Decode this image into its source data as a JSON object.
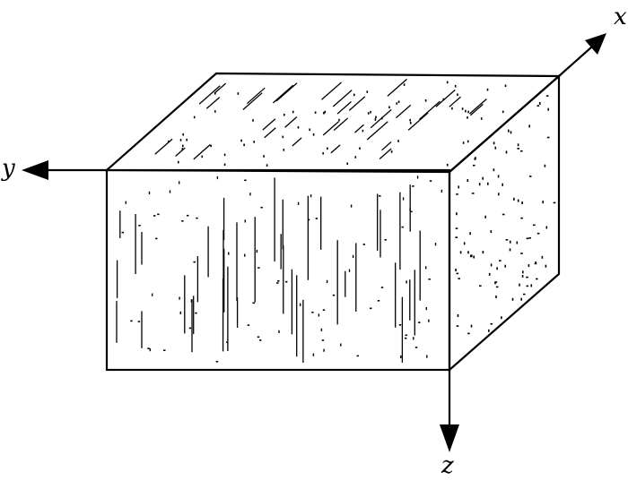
{
  "axes": {
    "x_label": "x",
    "y_label": "y",
    "z_label": "z"
  },
  "colors": {
    "stroke": "#000000",
    "background": "#ffffff"
  }
}
